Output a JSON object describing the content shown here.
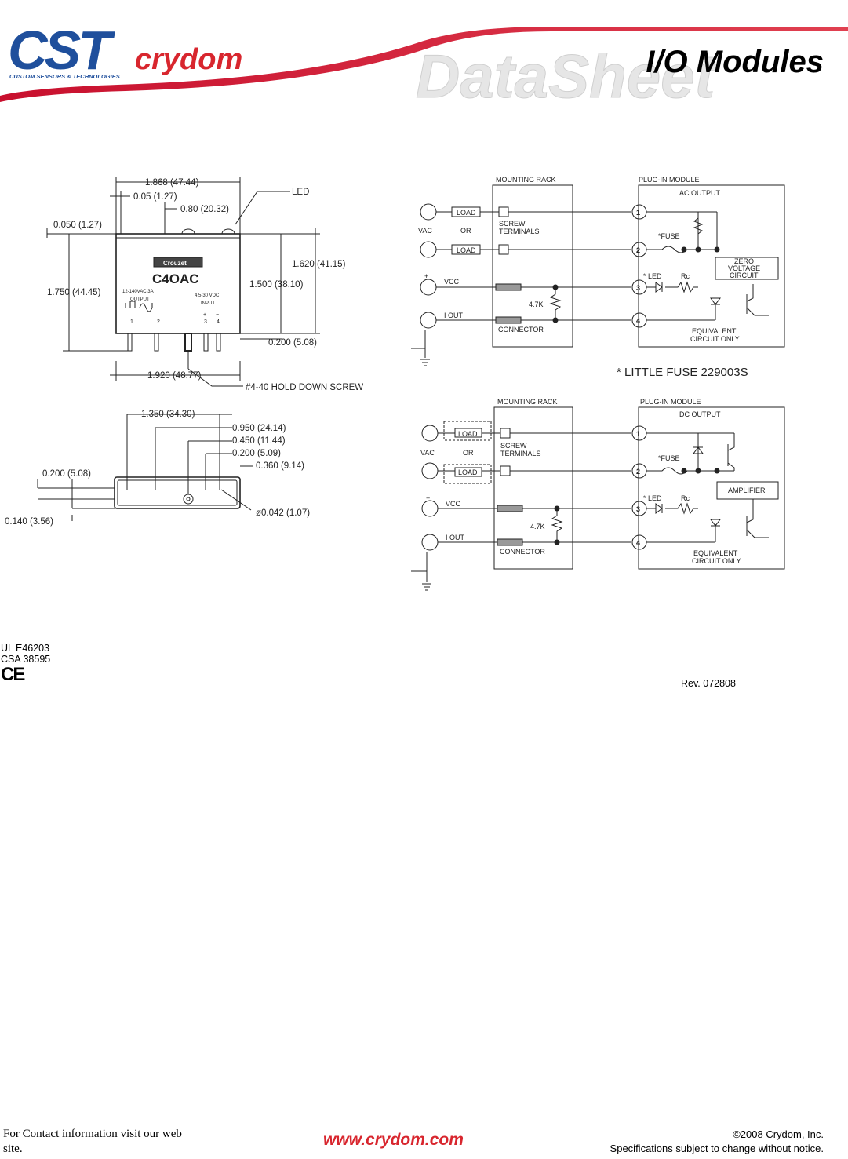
{
  "header": {
    "logo_cst": "CST",
    "logo_tagline": "CUSTOM SENSORS & TECHNOLOGIES",
    "logo_crydom": "crydom",
    "watermark": "DataSheet",
    "title": "I/O Modules",
    "colors": {
      "brand_blue": "#1f4f9c",
      "brand_red": "#d8262e"
    }
  },
  "dim_drawing_top": {
    "dims": {
      "d1": "1.868 (47.44)",
      "d2": "0.05 (1.27)",
      "d3": "0.80 (20.32)",
      "d4": "0.050 (1.27)",
      "d5": "1.620 (41.15)",
      "d6": "1.750 (44.45)",
      "d7": "1.500 (38.10)",
      "d8": "0.200 (5.08)",
      "d9": "1.920 (48.77)"
    },
    "led": "LED",
    "screw": "#4-40 HOLD DOWN SCREW",
    "brand": "Crouzet",
    "model": "C4OAC",
    "out_spec": "12-140VAC 3A",
    "out_label": "OUTPUT",
    "in_spec": "4.5-30 VDC",
    "in_label": "INPUT",
    "pin1": "1",
    "pin2": "2",
    "pin3": "3",
    "pin4": "4",
    "plus": "+",
    "minus": "−"
  },
  "dim_drawing_bottom": {
    "dims": {
      "b1": "1.350 (34.30)",
      "b2": "0.950 (24.14)",
      "b3": "0.450 (11.44)",
      "b4": "0.200 (5.09)",
      "b5": "0.360 (9.14)",
      "b6": "0.200 (5.08)",
      "b7": "0.140 (3.56)",
      "b8": "ø0.042 (1.07)"
    }
  },
  "schematic_ac": {
    "rack": "MOUNTING RACK",
    "module": "PLUG-IN MODULE",
    "output": "AC OUTPUT",
    "load1": "LOAD",
    "load2": "LOAD",
    "vac": "VAC",
    "or": "OR",
    "screw1": "SCREW",
    "screw2": "TERMINALS",
    "fuse": "*FUSE",
    "zv1": "ZERO",
    "zv2": "VOLTAGE",
    "zv3": "CIRCUIT",
    "vcc": "VCC",
    "led": "* LED",
    "rc": "Rc",
    "r47": "4.7K",
    "iout": "I OUT",
    "conn": "CONNECTOR",
    "eq1": "EQUIVALENT",
    "eq2": "CIRCUIT ONLY",
    "n1": "1",
    "n2": "2",
    "n3": "3",
    "n4": "4",
    "plus": "+",
    "note": "* LITTLE FUSE 229003S"
  },
  "schematic_dc": {
    "rack": "MOUNTING RACK",
    "module": "PLUG-IN MODULE",
    "output": "DC OUTPUT",
    "load1": "LOAD",
    "load2": "LOAD",
    "vac": "VAC",
    "or": "OR",
    "screw1": "SCREW",
    "screw2": "TERMINALS",
    "fuse": "*FUSE",
    "amp": "AMPLIFIER",
    "vcc": "VCC",
    "led": "* LED",
    "rc": "Rc",
    "r47": "4.7K",
    "iout": "I OUT",
    "conn": "CONNECTOR",
    "eq1": "EQUIVALENT",
    "eq2": "CIRCUIT ONLY",
    "n1": "1",
    "n2": "2",
    "n3": "3",
    "n4": "4",
    "plus": "+"
  },
  "certs": {
    "ul": "UL  E46203",
    "csa": "CSA  38595",
    "ce": "CE"
  },
  "rev": "Rev. 072808",
  "footer": {
    "contact1": "For Contact information visit our web",
    "contact2": "site.",
    "url": "www.crydom.com",
    "copyright": "©2008 Crydom, Inc.",
    "notice": "Specifications subject to change without notice."
  }
}
